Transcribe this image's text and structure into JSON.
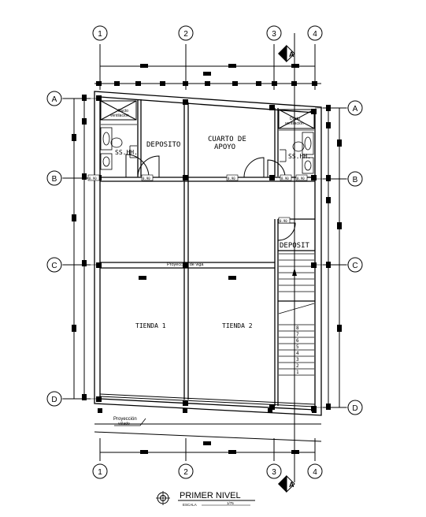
{
  "grid": {
    "columns": [
      "1",
      "2",
      "3",
      "4"
    ],
    "rows": [
      "A",
      "B",
      "C",
      "D"
    ],
    "section_marker": "A"
  },
  "rooms": {
    "bath_left": "SS.HH.",
    "bath_right": "SS.HH.",
    "duct_left_line1": "Ducto",
    "duct_left_line2": "ventilación",
    "duct_right_line1": "Ducto",
    "duct_right_line2": "ventilación",
    "deposito_left": "DEPOSITO",
    "cuarto_line1": "CUARTO DE",
    "cuarto_line2": "APOYO",
    "deposito_right": "DEPOSIT",
    "tienda_1": "TIENDA 1",
    "tienda_2": "TIENDA 2"
  },
  "annotations": {
    "beam_projection": "Proyección de viga",
    "volado_line1": "Proyección",
    "volado_line2": "volado",
    "door_code": "0.90"
  },
  "stairs": {
    "steps": [
      "8",
      "7",
      "6",
      "5",
      "4",
      "3",
      "2",
      "1"
    ]
  },
  "title_block": {
    "title": "PRIMER NIVEL",
    "scale_label": "ESCALA",
    "scale_value": "1/75"
  }
}
